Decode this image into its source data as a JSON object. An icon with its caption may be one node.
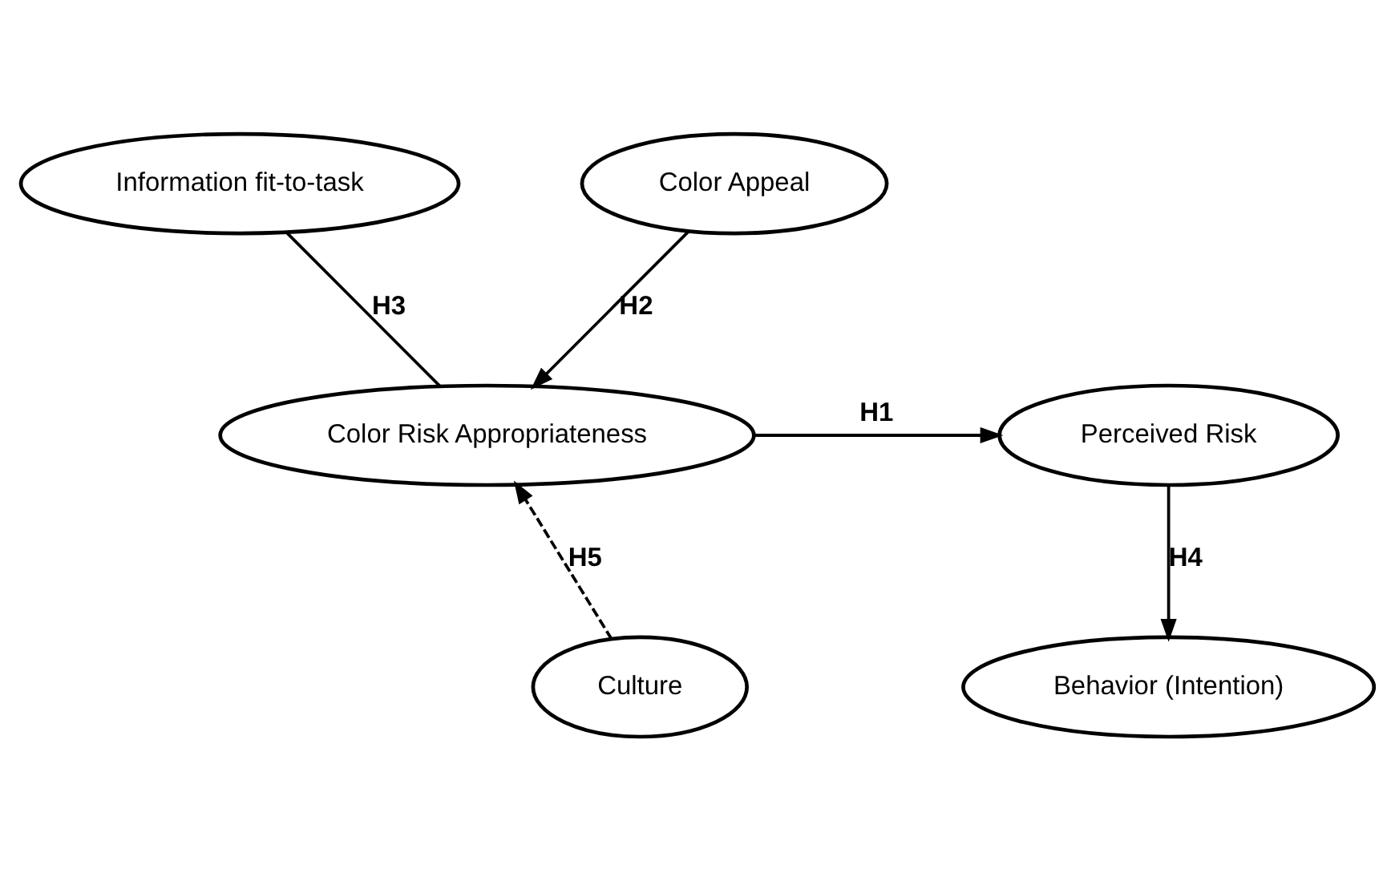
{
  "diagram": {
    "nodes": [
      {
        "text": [
          "Information fit-to-task"
        ]
      },
      {
        "text": [
          "Color Appeal"
        ]
      },
      {
        "text": [
          "Color Risk Appropriateness"
        ]
      },
      {
        "text": [
          "Perceived Risk"
        ]
      },
      {
        "text": [
          "Culture"
        ]
      },
      {
        "text": [
          "Behavior (Intention)"
        ]
      }
    ],
    "edges": [
      {
        "from": 0,
        "to": 2,
        "arrow": "none",
        "label": "H3"
      },
      {
        "from": 1,
        "to": 2,
        "arrow": "to",
        "label": "H2"
      },
      {
        "from": 2,
        "to": 3,
        "arrow": "to",
        "label": "H1"
      },
      {
        "from": 4,
        "to": 2,
        "arrow": "to",
        "label": "H5",
        "style": "dashed"
      },
      {
        "from": 3,
        "to": 5,
        "arrow": "to",
        "label": "H4"
      }
    ]
  }
}
